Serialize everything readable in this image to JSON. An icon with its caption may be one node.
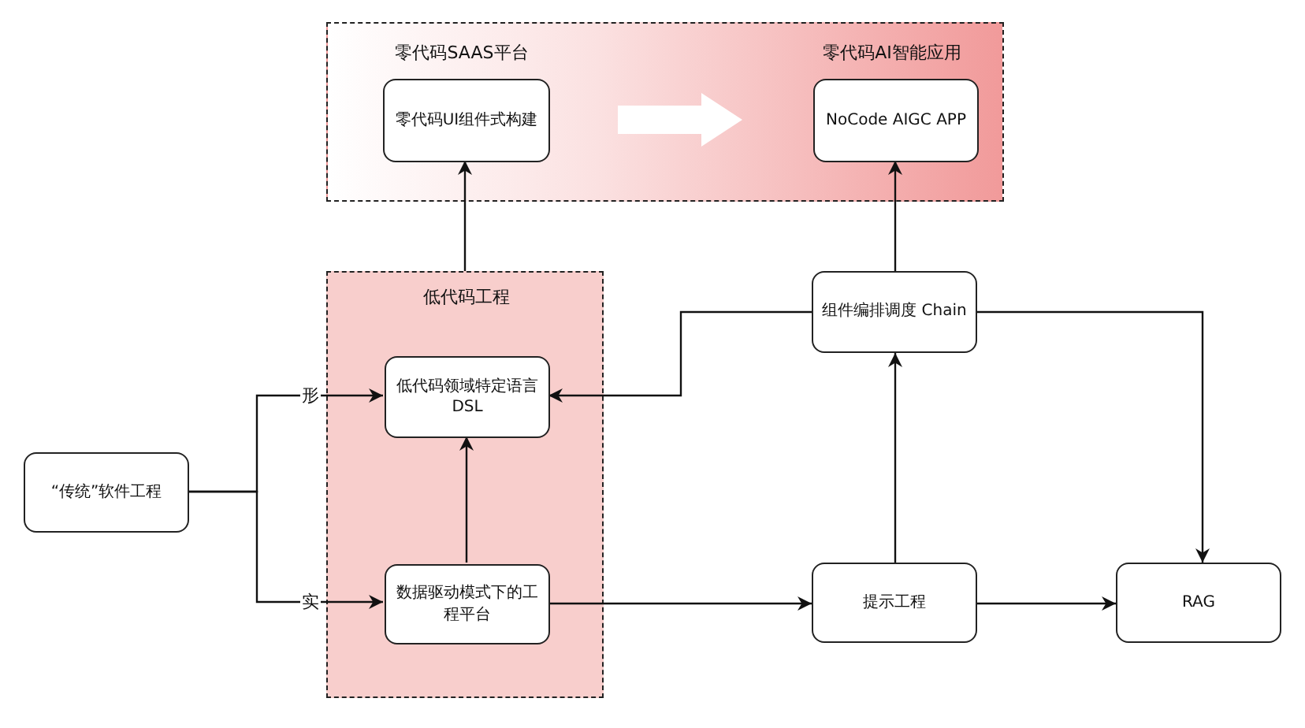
{
  "diagram": {
    "nodes": [
      {
        "text": [
          "零代码SAAS平台",
          "零代码AI智能应用"
        ]
      },
      {
        "text": [
          "零代码UI组件式构建"
        ],
        "in": 0
      },
      {
        "text": [
          "NoCode AIGC APP"
        ],
        "in": 0
      },
      {
        "text": [
          "低代码工程"
        ]
      },
      {
        "text": [
          "低代码领域特定语言DSL"
        ],
        "in": 3
      },
      {
        "text": [
          "数据驱动模式下的工程平台"
        ],
        "in": 3
      },
      {
        "text": [
          "“传统”软件工程"
        ]
      },
      {
        "text": [
          "组件编排调度 Chain"
        ]
      },
      {
        "text": [
          "提示工程"
        ]
      },
      {
        "text": [
          "RAG"
        ]
      }
    ],
    "edges": [
      {
        "from": 6,
        "to": 4,
        "arrow": "to",
        "label": "形"
      },
      {
        "from": 6,
        "to": 5,
        "arrow": "to",
        "label": "实"
      },
      {
        "from": 5,
        "to": 4,
        "arrow": "to"
      },
      {
        "from": 3,
        "to": 1,
        "arrow": "to"
      },
      {
        "from": 5,
        "to": 8,
        "arrow": "to"
      },
      {
        "from": 8,
        "to": 7,
        "arrow": "to"
      },
      {
        "from": 8,
        "to": 9,
        "arrow": "to"
      },
      {
        "from": 7,
        "to": 2,
        "arrow": "to"
      },
      {
        "from": 7,
        "to": 4,
        "arrow": "to"
      },
      {
        "from": 7,
        "to": 9,
        "arrow": "to"
      },
      {
        "from": 1,
        "to": 2,
        "arrow": "to",
        "style": "thick",
        "color": "#ffffff"
      }
    ]
  }
}
